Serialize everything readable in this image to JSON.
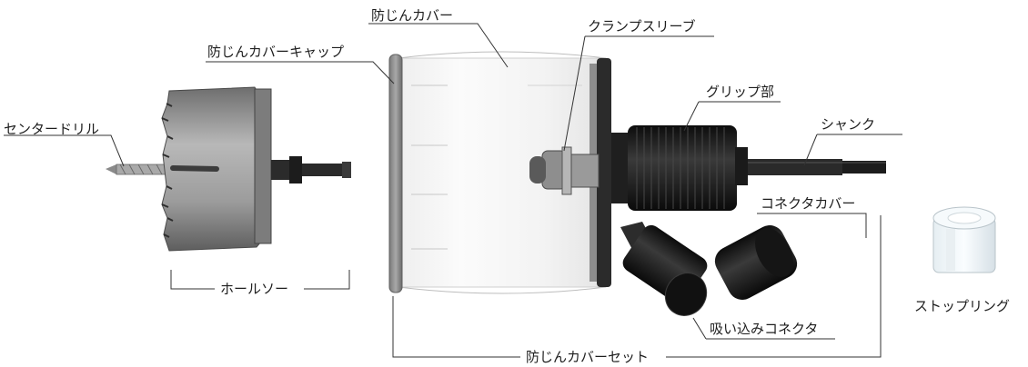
{
  "labels": {
    "center_drill": "センタードリル",
    "hole_saw": "ホールソー",
    "dust_cover_cap": "防じんカバーキャップ",
    "dust_cover": "防じんカバー",
    "clamp_sleeve": "クランプスリーブ",
    "grip": "グリップ部",
    "shank": "シャンク",
    "connector_cover": "コネクタカバー",
    "suction_connector": "吸い込みコネクタ",
    "dust_cover_set": "防じんカバーセット",
    "stopper_ring": "ストップリング"
  },
  "colors": {
    "saw_gray": "#9a9a9a",
    "dark_part": "#1a1a1a",
    "cover_rim": "#8c8c8c",
    "leader_line": "#333333"
  }
}
